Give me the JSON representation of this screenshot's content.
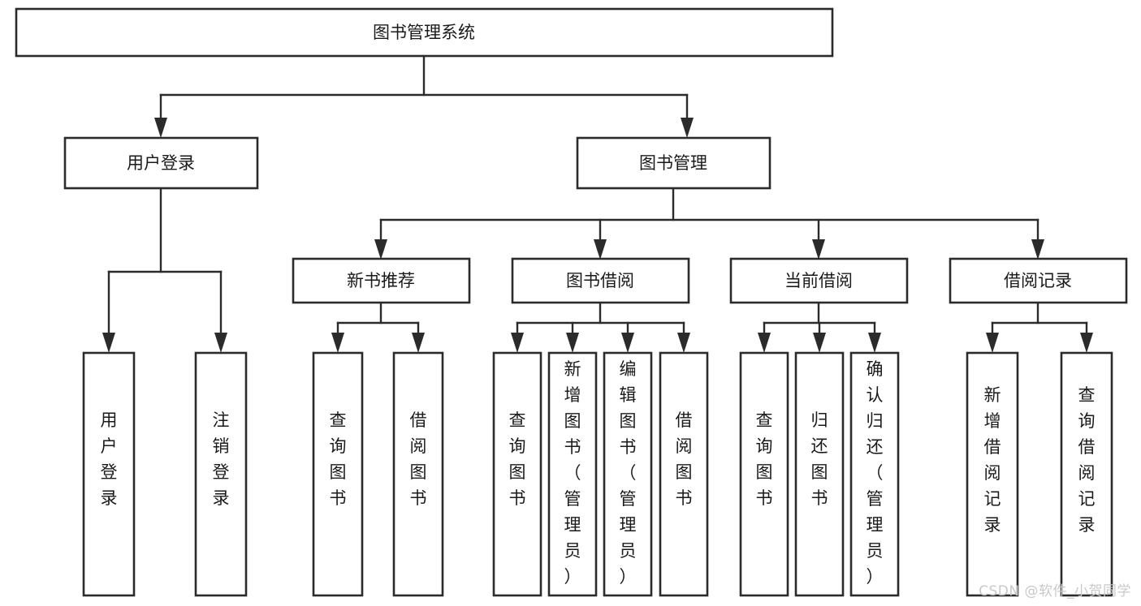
{
  "diagram": {
    "type": "tree",
    "title": "图书管理系统",
    "watermark": "CSDN @软件_小贺同学",
    "colors": {
      "stroke": "#2b2b2b",
      "fill": "#ffffff",
      "text": "#1a1a1a",
      "watermark": "#c9c9c9"
    },
    "levels": {
      "root": "图书管理系统",
      "level2": [
        "用户登录",
        "图书管理"
      ],
      "level3": [
        "新书推荐",
        "图书借阅",
        "当前借阅",
        "借阅记录"
      ]
    },
    "nodes": {
      "root": {
        "label": "图书管理系统"
      },
      "user_login": {
        "label": "用户登录"
      },
      "book_manage": {
        "label": "图书管理"
      },
      "new_book_rec": {
        "label": "新书推荐"
      },
      "book_borrow": {
        "label": "图书借阅"
      },
      "current_borrow": {
        "label": "当前借阅"
      },
      "borrow_record": {
        "label": "借阅记录"
      },
      "leaf_user_login": {
        "label": "用户登录"
      },
      "leaf_logout": {
        "label": "注销登录"
      },
      "leaf_query_book_1": {
        "label": "查询图书"
      },
      "leaf_borrow_book_1": {
        "label": "借阅图书"
      },
      "leaf_query_book_2": {
        "label": "查询图书"
      },
      "leaf_add_book": {
        "label": "新增图书（管理员）"
      },
      "leaf_edit_book": {
        "label": "编辑图书（管理员）"
      },
      "leaf_borrow_book_2": {
        "label": "借阅图书"
      },
      "leaf_query_book_3": {
        "label": "查询图书"
      },
      "leaf_return_book": {
        "label": "归还图书"
      },
      "leaf_confirm_return": {
        "label": "确认归还（管理员）"
      },
      "leaf_add_record": {
        "label": "新增借阅记录"
      },
      "leaf_query_record": {
        "label": "查询借阅记录"
      }
    },
    "edges": [
      {
        "from": "图书管理系统",
        "to": "用户登录"
      },
      {
        "from": "图书管理系统",
        "to": "图书管理"
      },
      {
        "from": "用户登录",
        "to": "用户登录"
      },
      {
        "from": "用户登录",
        "to": "注销登录"
      },
      {
        "from": "图书管理",
        "to": "新书推荐"
      },
      {
        "from": "图书管理",
        "to": "图书借阅"
      },
      {
        "from": "图书管理",
        "to": "当前借阅"
      },
      {
        "from": "图书管理",
        "to": "借阅记录"
      },
      {
        "from": "新书推荐",
        "to": "查询图书"
      },
      {
        "from": "新书推荐",
        "to": "借阅图书"
      },
      {
        "from": "图书借阅",
        "to": "查询图书"
      },
      {
        "from": "图书借阅",
        "to": "新增图书（管理员）"
      },
      {
        "from": "图书借阅",
        "to": "编辑图书（管理员）"
      },
      {
        "from": "图书借阅",
        "to": "借阅图书"
      },
      {
        "from": "当前借阅",
        "to": "查询图书"
      },
      {
        "from": "当前借阅",
        "to": "归还图书"
      },
      {
        "from": "当前借阅",
        "to": "确认归还（管理员）"
      },
      {
        "from": "借阅记录",
        "to": "新增借阅记录"
      },
      {
        "from": "借阅记录",
        "to": "查询借阅记录"
      }
    ]
  }
}
